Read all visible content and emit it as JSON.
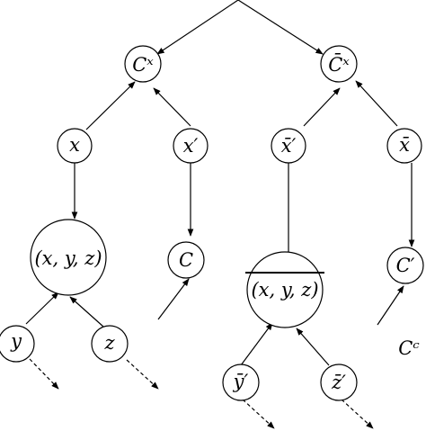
{
  "nodes": {
    "cx": "Cˣ",
    "cbarx": "C̄ˣ",
    "x": "x",
    "xprime": "x′",
    "xbarprime": "x̄′",
    "xbar": "x̄",
    "xyz": "(x, y, z)",
    "c": "C",
    "xyz_bar": "(x, y, z)",
    "cprime": "C′",
    "y": "y",
    "z": "z",
    "ybarprime": "ȳ′",
    "zbarprime": "z̄′",
    "cc": "Cᶜ"
  }
}
